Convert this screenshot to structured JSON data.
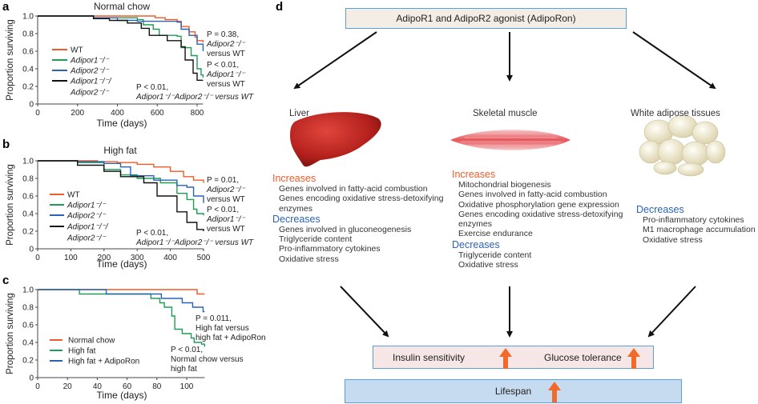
{
  "colors": {
    "wt": "#f15a29",
    "green": "#1f9d55",
    "blue": "#2a62b8",
    "black": "#111111",
    "arrow_up": "#f26a2a"
  },
  "chart_data": [
    {
      "panel": "a",
      "type": "line",
      "step": true,
      "title": "Normal chow",
      "xlabel": "Time (days)",
      "ylabel": "Proportion surviving",
      "xlim": [
        0,
        830
      ],
      "ylim": [
        0,
        1
      ],
      "xticks": [
        "0",
        "200",
        "400",
        "600",
        "800"
      ],
      "yticks": [
        "0",
        "0.2",
        "0.4",
        "0.6",
        "0.8",
        "1.0"
      ],
      "legend": "left",
      "series": [
        {
          "name": "WT",
          "color": "#f15a29",
          "points": [
            [
              0,
              1
            ],
            [
              400,
              1
            ],
            [
              590,
              0.98
            ],
            [
              640,
              0.96
            ],
            [
              700,
              0.94
            ],
            [
              720,
              0.88
            ],
            [
              760,
              0.82
            ],
            [
              790,
              0.76
            ],
            [
              800,
              0.72
            ],
            [
              830,
              0.7
            ]
          ]
        },
        {
          "name": "Adipor1⁻/⁻",
          "color": "#1f9d55",
          "points": [
            [
              0,
              1
            ],
            [
              280,
              0.98
            ],
            [
              500,
              0.96
            ],
            [
              530,
              0.9
            ],
            [
              580,
              0.85
            ],
            [
              610,
              0.78
            ],
            [
              700,
              0.77
            ],
            [
              720,
              0.64
            ],
            [
              770,
              0.55
            ],
            [
              800,
              0.4
            ],
            [
              820,
              0.33
            ],
            [
              830,
              0.3
            ]
          ]
        },
        {
          "name": "Adipor2⁻/⁻",
          "color": "#2a62b8",
          "points": [
            [
              0,
              1
            ],
            [
              280,
              0.98
            ],
            [
              400,
              0.95
            ],
            [
              500,
              0.94
            ],
            [
              700,
              0.93
            ],
            [
              720,
              0.85
            ],
            [
              760,
              0.78
            ],
            [
              800,
              0.68
            ],
            [
              830,
              0.6
            ]
          ]
        },
        {
          "name": "Adipor1⁻/⁻/",
          "name2": "Adipor2⁻/⁻",
          "color": "#111111",
          "points": [
            [
              0,
              1
            ],
            [
              280,
              0.97
            ],
            [
              360,
              0.95
            ],
            [
              450,
              0.92
            ],
            [
              520,
              0.86
            ],
            [
              560,
              0.78
            ],
            [
              650,
              0.72
            ],
            [
              720,
              0.65
            ],
            [
              740,
              0.5
            ],
            [
              780,
              0.35
            ],
            [
              800,
              0.27
            ],
            [
              830,
              0.27
            ]
          ]
        }
      ],
      "annotations": [
        [
          "P = 0.38,",
          "Adipor2⁻/⁻",
          "versus WT"
        ],
        [
          "P < 0.01,",
          "Adipor1⁻/⁻",
          "versus WT"
        ],
        [
          "P < 0.01,",
          "Adipor1⁻/⁻Adipor2⁻/⁻ versus WT"
        ]
      ]
    },
    {
      "panel": "b",
      "type": "line",
      "step": true,
      "title": "High fat",
      "xlabel": "Time (days)",
      "ylabel": "Proportion surviving",
      "xlim": [
        0,
        500
      ],
      "ylim": [
        0,
        1
      ],
      "xticks": [
        "0",
        "100",
        "200",
        "300",
        "400",
        "500"
      ],
      "yticks": [
        "0",
        "0.2",
        "0.4",
        "0.6",
        "0.8",
        "1.0"
      ],
      "legend": "left",
      "series": [
        {
          "name": "WT",
          "color": "#f15a29",
          "points": [
            [
              0,
              1
            ],
            [
              150,
              1
            ],
            [
              180,
              0.99
            ],
            [
              240,
              0.98
            ],
            [
              300,
              0.96
            ],
            [
              350,
              0.93
            ],
            [
              400,
              0.88
            ],
            [
              440,
              0.82
            ],
            [
              470,
              0.78
            ],
            [
              500,
              0.75
            ]
          ]
        },
        {
          "name": "Adipor1⁻/⁻",
          "color": "#1f9d55",
          "points": [
            [
              0,
              1
            ],
            [
              120,
              0.98
            ],
            [
              200,
              0.9
            ],
            [
              250,
              0.84
            ],
            [
              300,
              0.8
            ],
            [
              370,
              0.75
            ],
            [
              420,
              0.63
            ],
            [
              450,
              0.56
            ],
            [
              470,
              0.45
            ],
            [
              480,
              0.4
            ],
            [
              500,
              0.38
            ]
          ]
        },
        {
          "name": "Adipor2⁻/⁻",
          "color": "#2a62b8",
          "points": [
            [
              0,
              1
            ],
            [
              120,
              0.99
            ],
            [
              200,
              0.97
            ],
            [
              250,
              0.93
            ],
            [
              280,
              0.83
            ],
            [
              350,
              0.78
            ],
            [
              420,
              0.72
            ],
            [
              450,
              0.7
            ],
            [
              470,
              0.6
            ],
            [
              500,
              0.52
            ]
          ]
        },
        {
          "name": "Adipor1⁻/⁻/",
          "name2": "Adipor2⁻/⁻",
          "color": "#111111",
          "points": [
            [
              0,
              1
            ],
            [
              120,
              0.95
            ],
            [
              200,
              0.88
            ],
            [
              250,
              0.82
            ],
            [
              320,
              0.75
            ],
            [
              360,
              0.6
            ],
            [
              420,
              0.42
            ],
            [
              450,
              0.3
            ],
            [
              480,
              0.22
            ],
            [
              500,
              0.2
            ]
          ]
        }
      ],
      "annotations": [
        [
          "P = 0.01,",
          "Adipor2⁻/⁻",
          "versus WT"
        ],
        [
          "P < 0.01,",
          "Adipor1⁻/⁻",
          "versus WT"
        ],
        [
          "P < 0.01,",
          "Adipor1⁻/⁻Adipor2⁻/⁻ versus WT"
        ]
      ]
    },
    {
      "panel": "c",
      "type": "line",
      "step": true,
      "title": "",
      "xlabel": "Time (days)",
      "ylabel": "Proportion surviving",
      "xlim": [
        0,
        112
      ],
      "ylim": [
        0,
        1
      ],
      "xticks": [
        "0",
        "20",
        "40",
        "60",
        "80",
        "100"
      ],
      "yticks": [
        "0",
        "0.2",
        "0.4",
        "0.6",
        "0.8",
        "1.0"
      ],
      "legend": "bottom-left",
      "series": [
        {
          "name": "Normal chow",
          "color": "#f15a29",
          "points": [
            [
              0,
              1
            ],
            [
              107,
              1
            ],
            [
              107,
              0.95
            ],
            [
              112,
              0.95
            ]
          ]
        },
        {
          "name": "High fat",
          "color": "#1f9d55",
          "points": [
            [
              0,
              1
            ],
            [
              28,
              0.95
            ],
            [
              76,
              0.9
            ],
            [
              82,
              0.85
            ],
            [
              85,
              0.8
            ],
            [
              90,
              0.7
            ],
            [
              92,
              0.55
            ],
            [
              97,
              0.5
            ],
            [
              103,
              0.45
            ],
            [
              105,
              0.4
            ],
            [
              110,
              0.38
            ],
            [
              112,
              0.35
            ]
          ]
        },
        {
          "name": "High fat + AdipoRon",
          "color": "#2a62b8",
          "points": [
            [
              0,
              1
            ],
            [
              46,
              0.95
            ],
            [
              83,
              0.9
            ],
            [
              97,
              0.85
            ],
            [
              104,
              0.8
            ],
            [
              111,
              0.75
            ],
            [
              112,
              0.75
            ]
          ]
        }
      ],
      "annotations": [
        [
          "P = 0.011,",
          "High fat versus",
          "high fat + AdipoRon"
        ],
        [
          "P < 0.01,",
          "Normal chow versus",
          "high fat"
        ]
      ]
    }
  ],
  "diagram": {
    "panel": "d",
    "agonist": "AdipoR1 and AdipoR2 agonist (AdipoRon)",
    "tissues": [
      {
        "name": "Liver",
        "increases_label": "Increases",
        "increases": [
          "Genes involved in fatty-acid combustion",
          "Genes encoding oxidative stress-detoxifying",
          "enzymes"
        ],
        "decreases_label": "Decreases",
        "decreases": [
          "Genes involved in gluconeogenesis",
          "Triglyceride content",
          "Pro-inflammatory cytokines",
          "Oxidative stress"
        ]
      },
      {
        "name": "Skeletal muscle",
        "increases_label": "Increases",
        "increases": [
          "Mitochondrial biogenesis",
          "Genes involved in fatty-acid combustion",
          "Oxidative phosphorylation gene expression",
          "Genes encoding oxidative stress-detoxifying",
          "enzymes",
          "Exercise endurance"
        ],
        "decreases_label": "Decreases",
        "decreases": [
          "Triglyceride content",
          "Oxidative stress"
        ]
      },
      {
        "name": "White adipose tissues",
        "decreases_label": "Decreases",
        "decreases": [
          "Pro-inflammatory cytokines",
          "M1 macrophage accumulation",
          "Oxidative stress"
        ]
      }
    ],
    "outcomes": {
      "insulin": "Insulin sensitivity",
      "glucose": "Glucose tolerance",
      "lifespan": "Lifespan"
    }
  }
}
